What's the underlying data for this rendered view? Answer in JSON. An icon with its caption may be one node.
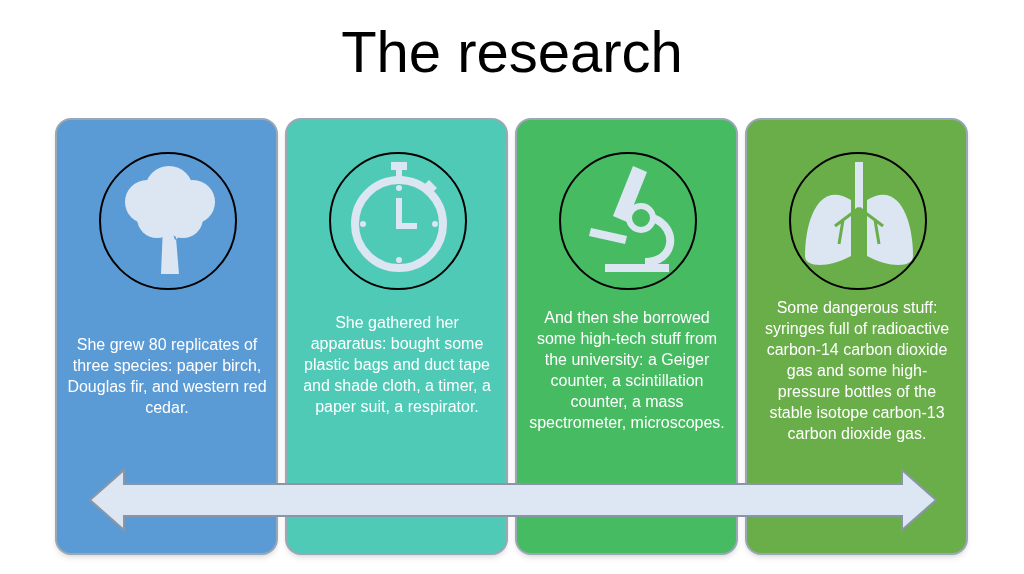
{
  "diagram": {
    "title": "The research",
    "nodes": [
      {
        "text": [
          "She grew 80 replicates of three species: paper birch, Douglas fir, and western red cedar."
        ]
      },
      {
        "text": [
          "She gathered her apparatus: bought some plastic bags and duct tape and shade cloth, a timer, a paper suit, a respirator."
        ]
      },
      {
        "text": [
          "And then she borrowed some high-tech stuff from the university: a Geiger counter, a scintillation counter, a mass spectrometer, microscopes."
        ]
      },
      {
        "text": [
          "Some dangerous stuff: syringes full of radioactive carbon-14 carbon dioxide gas and some high-pressure bottles of the stable isotope carbon-13 carbon dioxide gas."
        ]
      }
    ]
  }
}
